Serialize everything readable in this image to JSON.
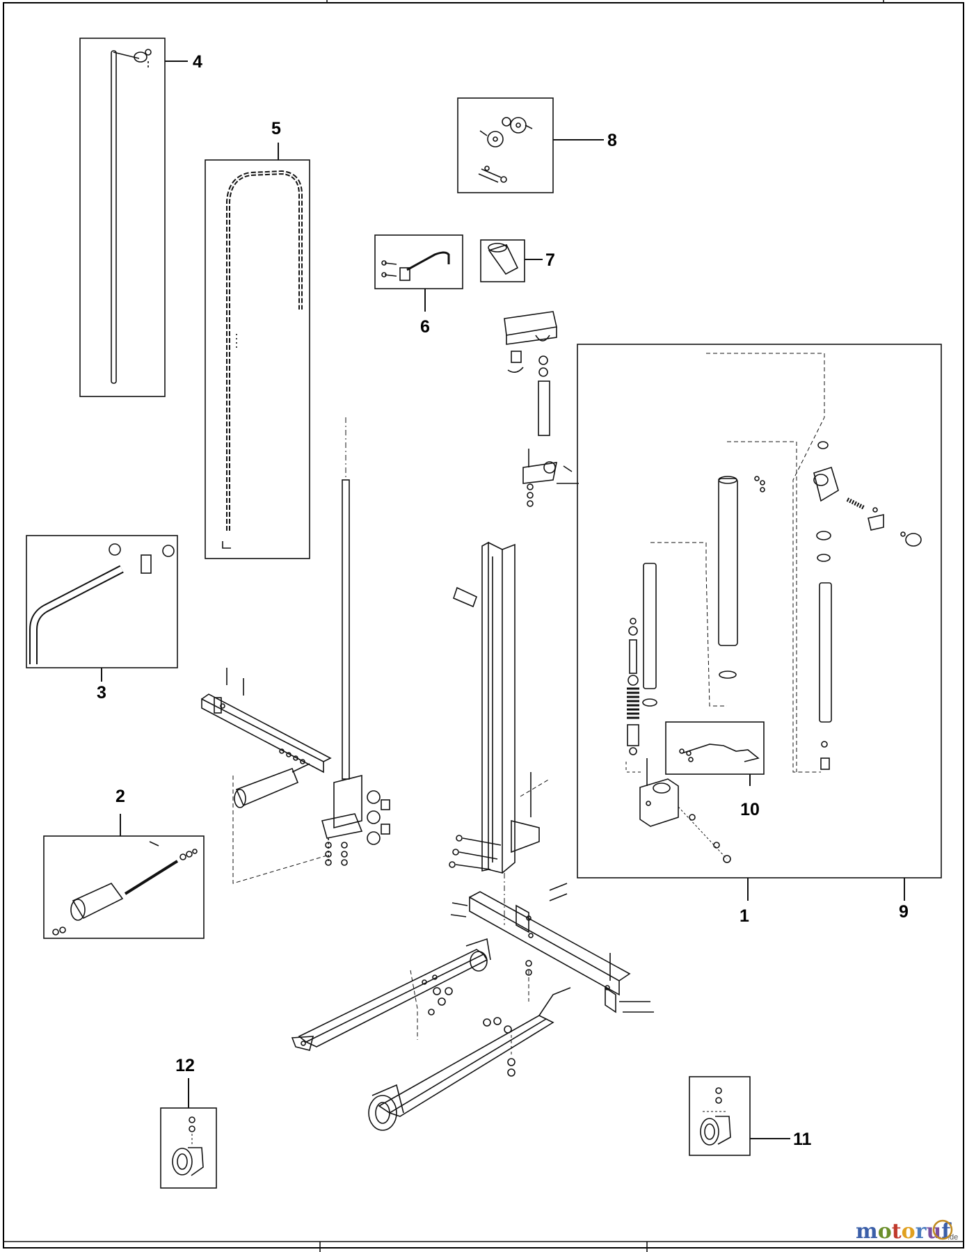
{
  "callouts": [
    "1",
    "2",
    "3",
    "4",
    "5",
    "6",
    "7",
    "8",
    "9",
    "10",
    "11",
    "12"
  ],
  "watermark": {
    "part1": "motoru",
    "part2": "f",
    "suffix": ".de",
    "colors": [
      "#3b5fa8",
      "#6b8f2a",
      "#c0392b",
      "#e0a020",
      "#4a7bbf",
      "#7a4fa0"
    ]
  }
}
